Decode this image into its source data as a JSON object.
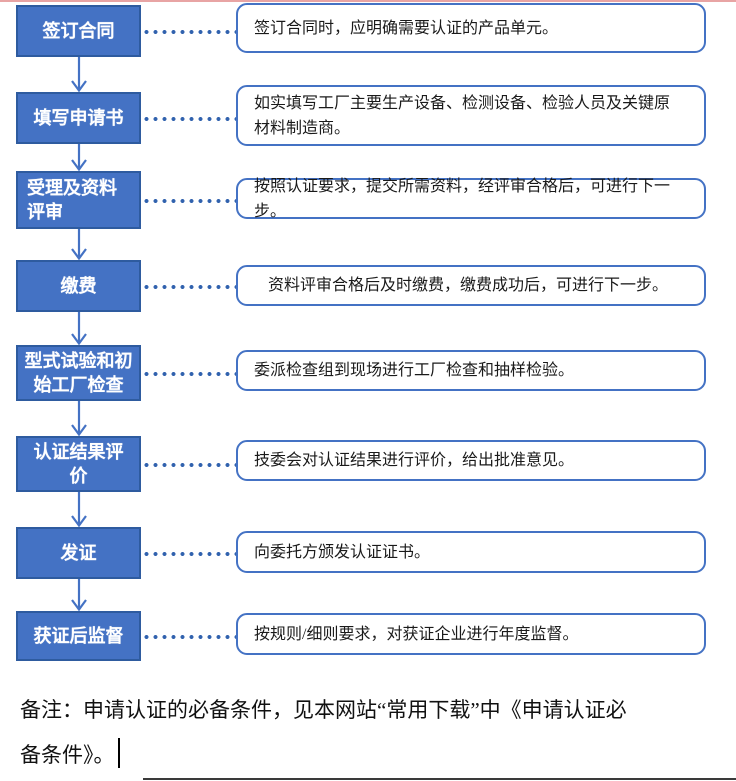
{
  "page": {
    "kind": "certification process flowchart in a document editor",
    "accent_color": "#4472c4",
    "step_box_border_color": "#2e5b9f",
    "top_border_color": "#e8a4a4",
    "connector_style": "dotted"
  },
  "flow": {
    "steps": [
      {
        "label": "签订合同",
        "description": "签订合同时，应明确需要认证的产品单元。"
      },
      {
        "label": "填写申请书",
        "description": "如实填写工厂主要生产设备、检测设备、检验人员及关键原\n材料制造商。"
      },
      {
        "label": "受理及资料\n评审",
        "description": "按照认证要求，提交所需资料，经评审合格后，可进行下一步。"
      },
      {
        "label": "缴费",
        "description": "资料评审合格后及时缴费，缴费成功后，可进行下一步。"
      },
      {
        "label": "型式试验和初\n始工厂检查",
        "description": "委派检查组到现场进行工厂检查和抽样检验。"
      },
      {
        "label": "认证结果评\n价",
        "description": "技委会对认证结果进行评价，给出批准意见。"
      },
      {
        "label": "发证",
        "description": "向委托方颁发认证证书。"
      },
      {
        "label": "获证后监督",
        "description": "按规则/细则要求，对获证企业进行年度监督。"
      }
    ]
  },
  "note": {
    "text": "备注：申请认证的必备条件，见本网站“常用下载”中《申请认证必\n备条件》。"
  }
}
